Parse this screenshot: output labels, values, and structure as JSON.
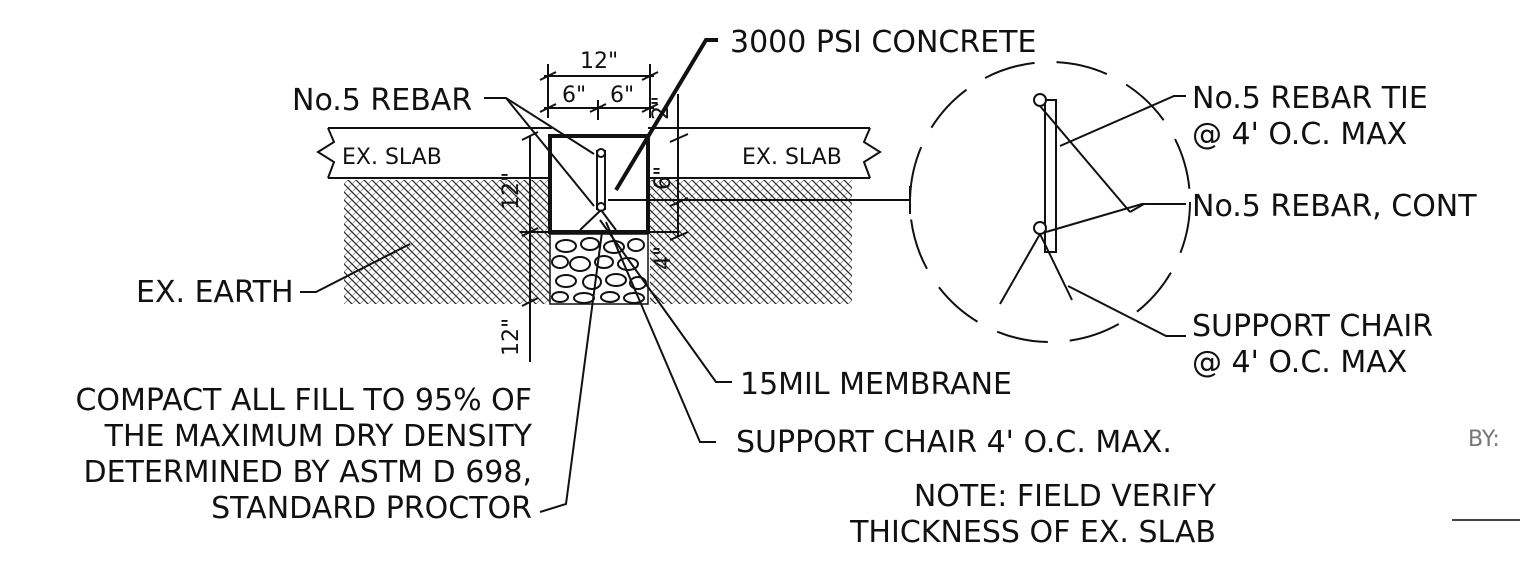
{
  "labels": {
    "concrete": "3000 PSI CONCRETE",
    "rebar": "No.5 REBAR",
    "ex_slab_left": "EX. SLAB",
    "ex_slab_right": "EX. SLAB",
    "ex_earth": "EX. EARTH",
    "membrane": "15MIL MEMBRANE",
    "chair_main": "SUPPORT CHAIR 4' O.C. MAX.",
    "compact": [
      "COMPACT ALL FILL TO 95% OF",
      "THE MAXIMUM DRY DENSITY",
      "DETERMINED BY ASTM D 698,",
      "STANDARD PROCTOR"
    ],
    "note": [
      "NOTE: FIELD VERIFY",
      "THICKNESS OF EX. SLAB"
    ],
    "detail_tie": [
      "No.5 REBAR TIE",
      "@ 4' O.C. MAX"
    ],
    "detail_cont": "No.5 REBAR, CONT",
    "detail_chair": [
      "SUPPORT CHAIR",
      "@ 4' O.C. MAX"
    ],
    "by": "BY:"
  },
  "dimensions": {
    "overall_width": "12\"",
    "half_left": "6\"",
    "half_right": "6\"",
    "top_cover": "2\"",
    "footing_depth": "12\"",
    "slab_to_bar": "6\"",
    "gravel": "4\"",
    "below": "12\""
  }
}
